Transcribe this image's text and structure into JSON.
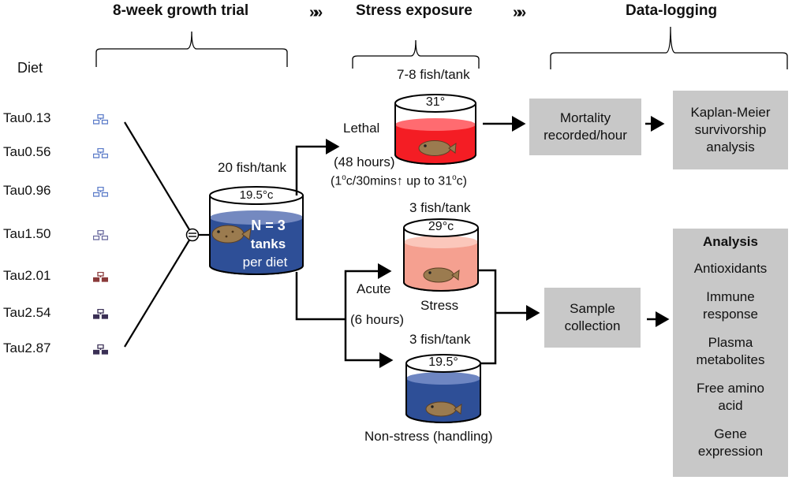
{
  "headers": {
    "growth": "8-week growth trial",
    "chevron1": "»»",
    "stress": "Stress exposure",
    "chevron2": "»»",
    "logging": "Data-logging"
  },
  "diet_label": "Diet",
  "diets": [
    "Tau0.13",
    "Tau0.56",
    "Tau0.96",
    "Tau1.50",
    "Tau2.01",
    "Tau2.54",
    "Tau2.87"
  ],
  "diet_icon_colors": [
    "#5b7bc8",
    "#5b7bc8",
    "#5b7bc8",
    "#6a6a9e",
    "#8a3a3a",
    "#3a2f55",
    "#3a2f55"
  ],
  "growth_tank": {
    "fish_per_tank": "20 fish/tank",
    "temp": "19.5°c",
    "line1": "N = 3",
    "line2": "tanks",
    "line3": "per diet"
  },
  "lethal": {
    "fish_per_tank": "7-8 fish/tank",
    "temp": "31°",
    "label": "Lethal",
    "duration": "(48 hours)",
    "ramp_a": "(1",
    "ramp_sup1": "o",
    "ramp_b": "c/30mins",
    "ramp_arrow": "↑",
    "ramp_c": " up to 31",
    "ramp_sup2": "o",
    "ramp_d": "c)"
  },
  "acute": {
    "label": "Acute",
    "duration": "(6 hours)",
    "stress_fish": "3 fish/tank",
    "stress_temp": "29°c",
    "stress_label": "Stress",
    "nonstress_fish": "3 fish/tank",
    "nonstress_temp": "19.5°",
    "nonstress_label": "Non-stress (handling)"
  },
  "boxes": {
    "mortality": [
      "Mortality",
      "recorded/hour"
    ],
    "kaplan": [
      "Kaplan-Meier",
      "survivorship",
      "analysis"
    ],
    "sample": [
      "Sample",
      "collection"
    ],
    "analysis_title": "Analysis",
    "analysis_items": [
      [
        "Antioxidants"
      ],
      [
        "Immune",
        "response"
      ],
      [
        "Plasma",
        "metabolites"
      ],
      [
        "Free amino",
        "acid"
      ],
      [
        "Gene",
        "expression"
      ]
    ]
  }
}
